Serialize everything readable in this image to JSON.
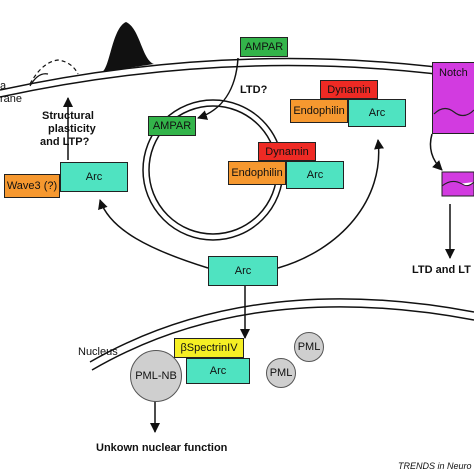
{
  "colors": {
    "arc": "#4fe3c1",
    "ampar": "#33b44a",
    "dynamin": "#ee2a24",
    "endophilin": "#f6982f",
    "wave3": "#f6982f",
    "spectrin": "#f5ef24",
    "notch": "#d23be0",
    "pml": "#cfcfcf",
    "spine": "#111111"
  },
  "labels": {
    "membrane_line1": "a",
    "membrane_line2": "rane",
    "ltd_question": "LTD?",
    "structural_line1": "Structural",
    "structural_line2": "plasticity",
    "structural_line3": "and LTP?",
    "ltd_and_ltp": "LTD and LT",
    "nucleus": "Nucleus",
    "unknown_nuclear_function": "Unkown nuclear function",
    "credit": "TRENDS in Neuro"
  },
  "boxes": {
    "ampar_membrane": "AMPAR",
    "notch": "Notch",
    "dynamin_top": "Dynamin",
    "endophilin_top": "Endophilin",
    "arc_top": "Arc",
    "ampar_vesicle": "AMPAR",
    "dynamin_vesicle": "Dynamin",
    "endophilin_vesicle": "Endophilin",
    "arc_vesicle": "Arc",
    "wave3": "Wave3 (?)",
    "arc_wave3": "Arc",
    "arc_center": "Arc",
    "spectrin": "βSpectrinIV",
    "arc_nucleus": "Arc"
  },
  "circles": {
    "pml_nb": "PML-NB",
    "pml_1": "PML",
    "pml_2": "PML"
  }
}
